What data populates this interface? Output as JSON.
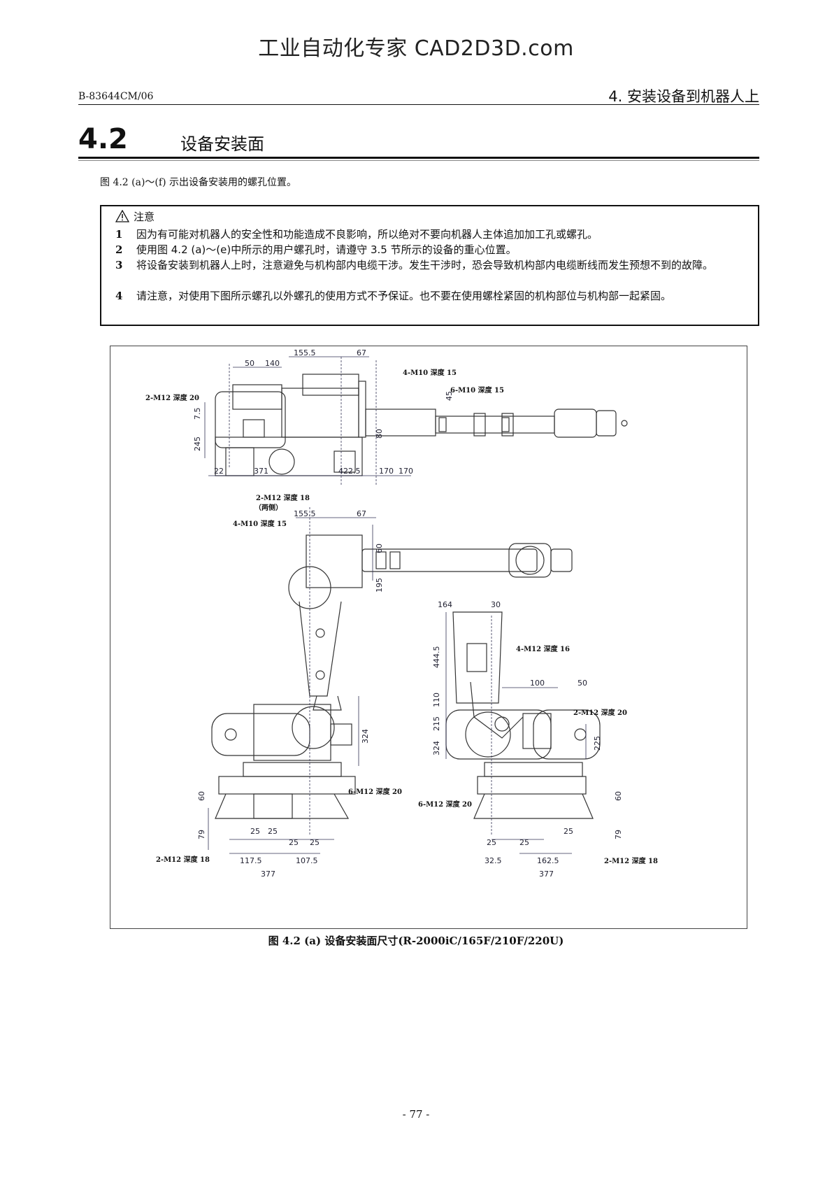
{
  "watermark": "工业自动化专家 CAD2D3D.com",
  "header": {
    "doc_code": "B-83644CM/06",
    "chapter_title": "4. 安装设备到机器人上"
  },
  "section": {
    "number": "4.2",
    "title": "设备安装面",
    "intro": "图 4.2 (a)～(f) 示出设备安装用的螺孔位置。"
  },
  "caution": {
    "heading": "注意",
    "icon": "warning-triangle-icon",
    "items": [
      {
        "num": "1",
        "text": "因为有可能对机器人的安全性和功能造成不良影响，所以绝对不要向机器人主体追加加工孔或螺孔。"
      },
      {
        "num": "2",
        "text": "使用图 4.2 (a)～(e)中所示的用户螺孔时，请遵守 3.5 节所示的设备的重心位置。"
      },
      {
        "num": "3",
        "text": "将设备安装到机器人上时，注意避免与机构部内电缆干涉。发生干涉时，恐会导致机构部内电缆断线而发生预想不到的故障。"
      },
      {
        "num": "4",
        "text": "请注意，对使用下图所示螺孔以外螺孔的使用方式不予保证。也不要在使用螺栓紧固的机构部位与机构部一起紧固。"
      }
    ]
  },
  "figure": {
    "top_view": {
      "dims": {
        "d1": "50",
        "d2": "140",
        "d3": "155.5",
        "d4": "67",
        "d5": "7.5",
        "d6": "245",
        "d7": "22",
        "d8": "371",
        "d9": "422.5",
        "d10": "170",
        "d11": "170",
        "d12": "45",
        "d13": "80"
      },
      "labels": {
        "l1": "4-M10 深度 15",
        "l2": "6-M10 深度 15",
        "l3": "2-M12 深度 20",
        "l4": "2-M12 深度 18",
        "l5": "（两侧）"
      }
    },
    "side_view": {
      "dims": {
        "d1": "155.5",
        "d2": "67",
        "d3": "60",
        "d4": "195",
        "d5": "324",
        "d6": "60",
        "d7": "79",
        "d8": "25",
        "d9": "25",
        "d10": "25",
        "d11": "25",
        "d12": "117.5",
        "d13": "107.5",
        "d14": "377"
      },
      "labels": {
        "l1": "4-M10 深度 15",
        "l2": "6-M12 深度 20",
        "l3": "2-M12 深度 18"
      }
    },
    "rear_view": {
      "dims": {
        "d1": "164",
        "d2": "30",
        "d3": "444.5",
        "d4": "110",
        "d5": "215",
        "d6": "324",
        "d7": "100",
        "d8": "50",
        "d9": "225",
        "d10": "60",
        "d11": "79",
        "d12": "25",
        "d13": "25",
        "d14": "25",
        "d15": "32.5",
        "d16": "162.5",
        "d17": "377"
      },
      "labels": {
        "l1": "4-M12 深度 16",
        "l2": "2-M12 深度 20",
        "l3": "6-M12 深度 20",
        "l4": "2-M12 深度 18"
      }
    },
    "caption": "图 4.2 (a)  设备安装面尺寸(R-2000iC/165F/210F/220U)"
  },
  "footer": {
    "page_number": "- 77 -"
  }
}
